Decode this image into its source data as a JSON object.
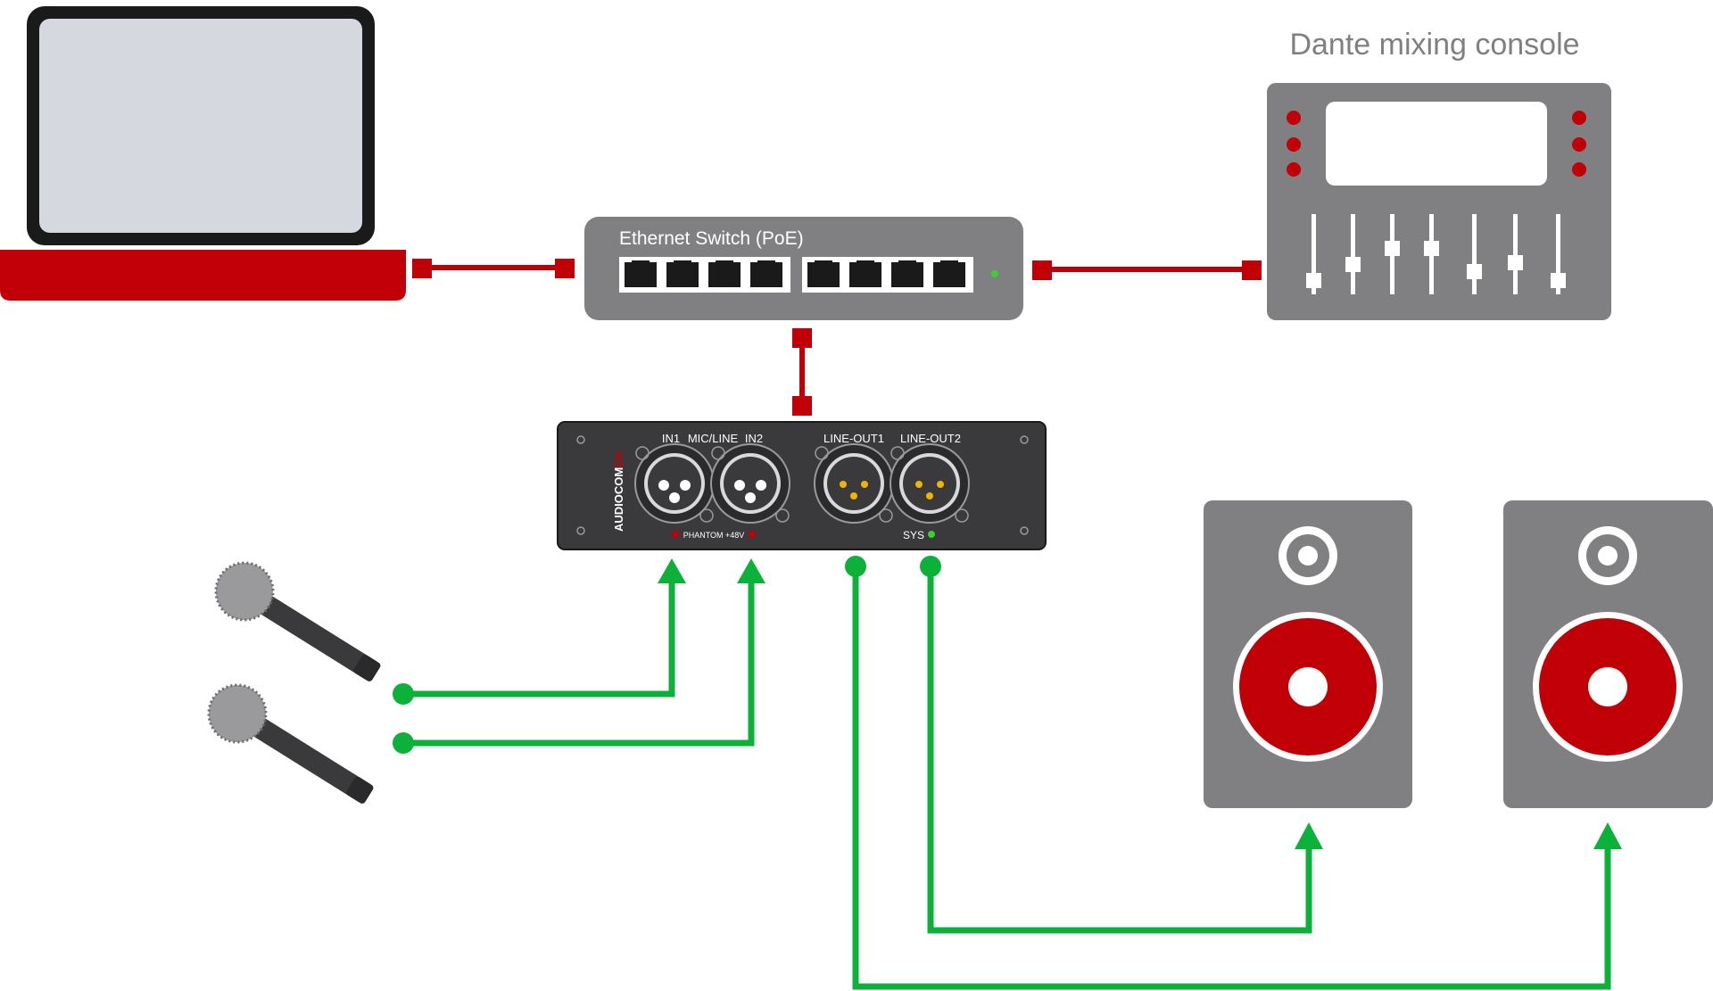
{
  "console_title": "Dante mixing console",
  "switch_label": "Ethernet Switch (PoE)",
  "device": {
    "brand_main": "AUDIOCOM",
    "brand_accent": "DX",
    "in1": "IN1",
    "mic_line": "MIC/LINE",
    "in2": "IN2",
    "line_out1": "LINE-OUT1",
    "line_out2": "LINE-OUT2",
    "phantom": "PHANTOM +48V",
    "sys": "SYS"
  },
  "colors": {
    "red": "#c00006",
    "gray": "#808083",
    "dark_gray": "#4a4a4c",
    "green": "#0cb13a",
    "led_green": "#3ad12e",
    "panel": "#3a3a3c",
    "screen": "#d5d8de"
  },
  "icons": [
    "laptop-icon",
    "ethernet-switch-icon",
    "mixing-console-icon",
    "audio-interface-icon",
    "microphone-icon",
    "speaker-icon"
  ]
}
